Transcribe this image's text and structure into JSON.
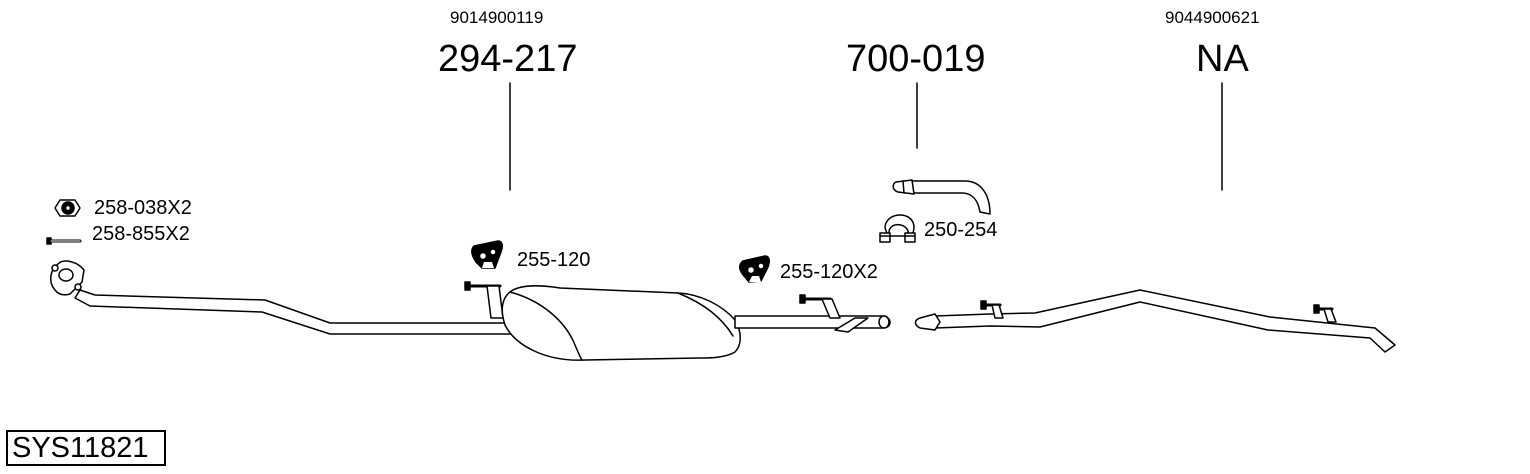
{
  "system_code": "SYS11821",
  "parts": {
    "front": {
      "oem": "9014900119",
      "number": "294-217"
    },
    "middle": {
      "number": "700-019"
    },
    "rear": {
      "oem": "9044900621",
      "number": "NA"
    }
  },
  "accessories": {
    "nut": "258-038X2",
    "bolt": "258-855X2",
    "hanger_1": "255-120",
    "hanger_2": "255-120X2",
    "clamp": "250-254"
  },
  "colors": {
    "line": "#000000",
    "fill": "#ffffff",
    "background": "#ffffff"
  }
}
